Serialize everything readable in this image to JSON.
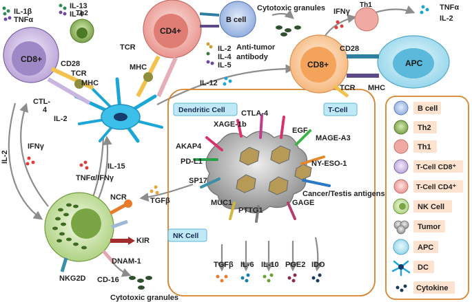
{
  "cells": {
    "cd8_left": "CD8+",
    "cd4": "CD4+",
    "b_cell": "B cell",
    "cd8_right": "CD8+",
    "apc": "APC",
    "th1": "Th1",
    "th2": "Th2"
  },
  "cytokine_labels": {
    "il1b_tnfa": [
      "IL-1β",
      "TNFα"
    ],
    "il13_il4": [
      "IL-13",
      "IL-4"
    ],
    "tnfa_il2": [
      "TNFα",
      "IL-2"
    ],
    "ifng_top": "IFNγ",
    "il2_il4_il5": [
      "IL-2",
      "IL-4",
      "IL-5"
    ],
    "il12": "IL-12",
    "il2_small": "IL-2",
    "il2_left": "IL-2",
    "ifng_left": "IFNγ",
    "il15": "IL-15",
    "tnfa_ifng": "TNFα/IFNγ",
    "tgfb_left": "TGFβ"
  },
  "receptors": {
    "cd28_left": "CD28",
    "tcr_left": "TCR",
    "mhc_left": "MHC",
    "tcr_top": "TCR",
    "mhc_top": "MHC",
    "ctl4": [
      "CTL-",
      "4"
    ],
    "cd28_right": "CD28",
    "tcr_right": "TCR",
    "mhc_right": "MHC",
    "ncr": "NCR",
    "kir": "KIR",
    "dnam1": "DNAM-1",
    "nkg2d": "NKG2D",
    "cd16": "CD-16"
  },
  "texts": {
    "cytotoxic_top": "Cytotoxic granules",
    "anti_tumor": [
      "Anti-tumor",
      "antibody"
    ],
    "cytotoxic_bottom": "Cytotoxic granules"
  },
  "tumor_box": {
    "dendritic_cell": "Dendritic Cell",
    "t_cell": "T-Cell",
    "nk_cell": "NK Cell",
    "antigens": {
      "ctla4": "CTLA-4",
      "xage": "XAGE-1b",
      "egf": "EGF",
      "akap4": "AKAP4",
      "mage": "MAGE-A3",
      "pdl1": "PD-L1",
      "nyeso": "NY-ESO-1",
      "sp17": "SP17",
      "cancer_testis": "Cancer/Testis antigens",
      "muc1": "MUC1",
      "pttg1": "PTTG1",
      "gage": "GAGE"
    },
    "secreted": [
      "TGFβ",
      "IL-6",
      "IL-10",
      "PGE2",
      "IDO"
    ]
  },
  "legend": {
    "items": [
      "B cell",
      "Th2",
      "Th1",
      "T-Cell CD8⁺",
      "T-Cell CD4⁺",
      "NK Cell",
      "Tumor",
      "APC",
      "DC",
      "Cytokine"
    ]
  },
  "colors": {
    "box_border": "#d9822b",
    "label_bg": "#fde2cf",
    "badge_bg": "#bfe9f7",
    "arrow": "#8c8c8c"
  }
}
